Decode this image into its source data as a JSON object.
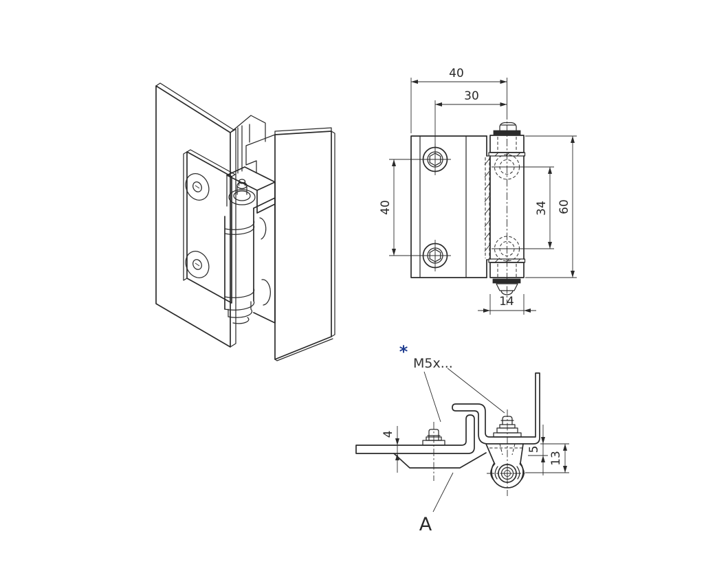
{
  "drawing": {
    "background": "#ffffff",
    "line_color": "#2a2a2a",
    "accent_color": "#1e3c8f",
    "front_view": {
      "dims": {
        "top_width": "40",
        "hole_to_pin": "30",
        "hole_spacing": "40",
        "barrel_hole_spacing": "34",
        "total_height": "60",
        "barrel_width": "14"
      }
    },
    "side_view": {
      "dims": {
        "leaf_thickness": "4",
        "frame_offset": "5",
        "pivot_offset": "13"
      },
      "labels": {
        "asterisk": "*",
        "thread": "M5x...",
        "detail": "A"
      }
    }
  }
}
